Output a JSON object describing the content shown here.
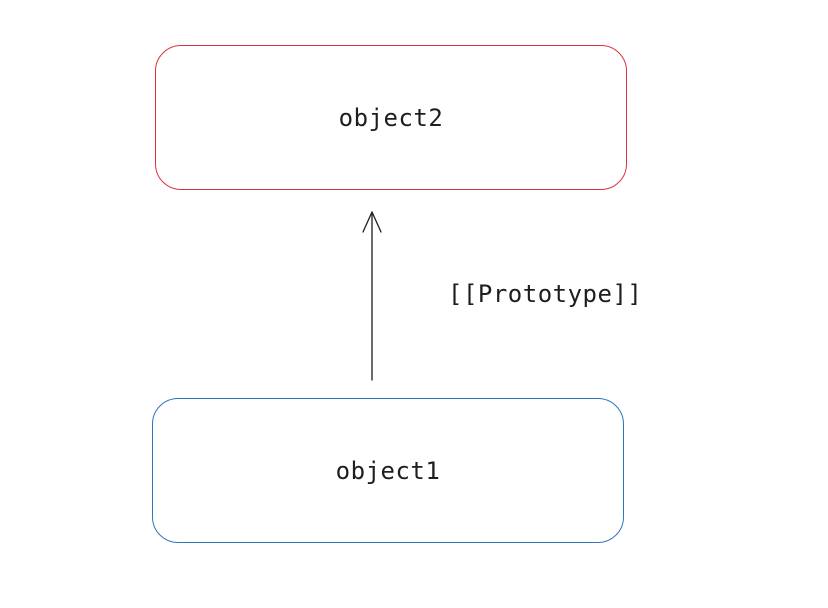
{
  "nodes": {
    "top": {
      "label": "object2",
      "border_color": "#d9343a"
    },
    "bottom": {
      "label": "object1",
      "border_color": "#2f74bd"
    }
  },
  "edge": {
    "label": "[[Prototype]]",
    "from": "object1",
    "to": "object2",
    "color": "#1e1e1e"
  }
}
